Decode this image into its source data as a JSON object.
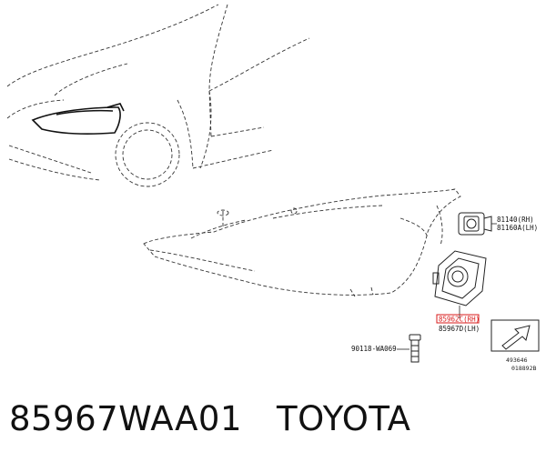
{
  "parts": [
    {
      "id": "p1",
      "lines": [
        "81140(RH)",
        "81160A(LH)"
      ]
    },
    {
      "id": "p2",
      "lines": [
        "85962C(RH)",
        "85967D(LH)"
      ]
    },
    {
      "id": "p3",
      "lines": [
        "90118-WA069"
      ]
    }
  ],
  "figure_codes": [
    "493646",
    "018892B"
  ],
  "caption": {
    "part_number": "85967WAA01",
    "brand": "TOYOTA"
  },
  "colors": {
    "highlight": "#d81b1b",
    "ink": "#222222"
  }
}
